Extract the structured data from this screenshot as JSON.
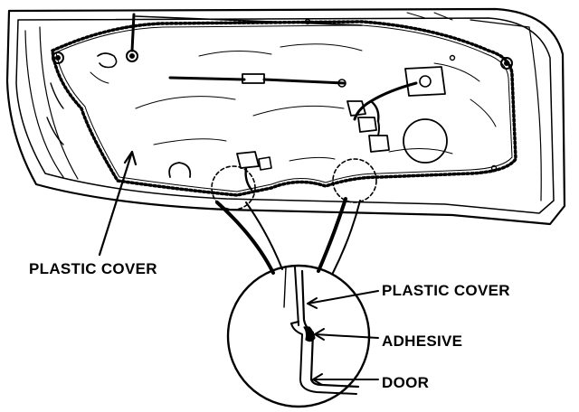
{
  "labels": {
    "plastic_cover_main": "PLASTIC COVER",
    "plastic_cover_detail": "PLASTIC COVER",
    "adhesive": "ADHESIVE",
    "door": "DOOR"
  },
  "colors": {
    "ink": "#000000",
    "paper": "#ffffff"
  }
}
